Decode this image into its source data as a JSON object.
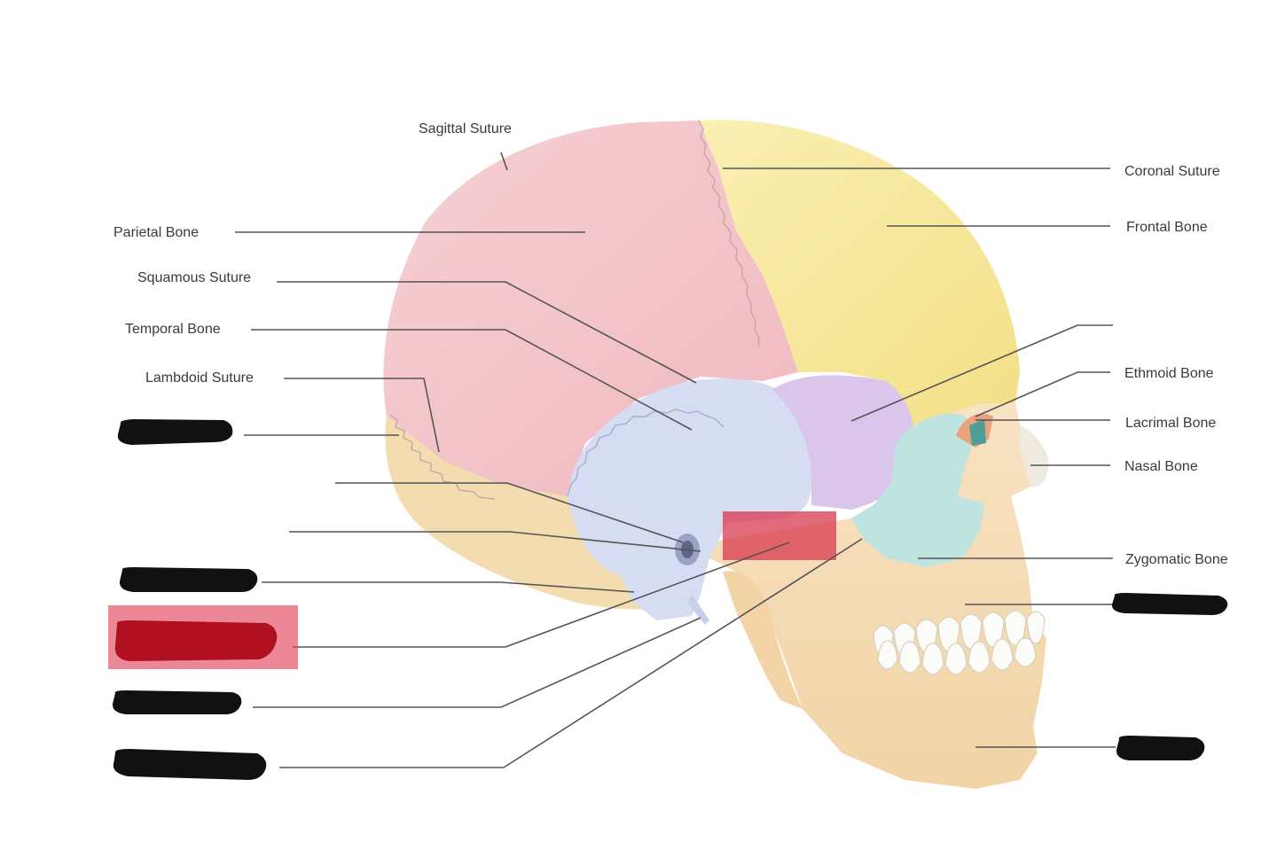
{
  "labels": {
    "sagittal_suture": "Sagittal Suture",
    "coronal_suture": "Coronal Suture",
    "parietal_bone": "Parietal Bone",
    "frontal_bone": "Frontal Bone",
    "squamous_suture": "Squamous Suture",
    "temporal_bone": "Temporal Bone",
    "ethmoid_bone": "Ethmoid Bone",
    "lambdoid_suture": "Lambdoid Suture",
    "lacrimal_bone": "Lacrimal Bone",
    "nasal_bone": "Nasal Bone",
    "zygomatic_bone": "Zygomatic Bone"
  },
  "colors": {
    "parietal": "#f4c9cd",
    "frontal": "#f8ea9e",
    "temporal": "#d6dcf2",
    "sphenoid": "#d9c6ea",
    "zygomatic": "#bfe3de",
    "face": "#f6ddb6",
    "occipital": "#f3dcb0",
    "redaction": "#111111",
    "highlight": "#d8394f"
  }
}
